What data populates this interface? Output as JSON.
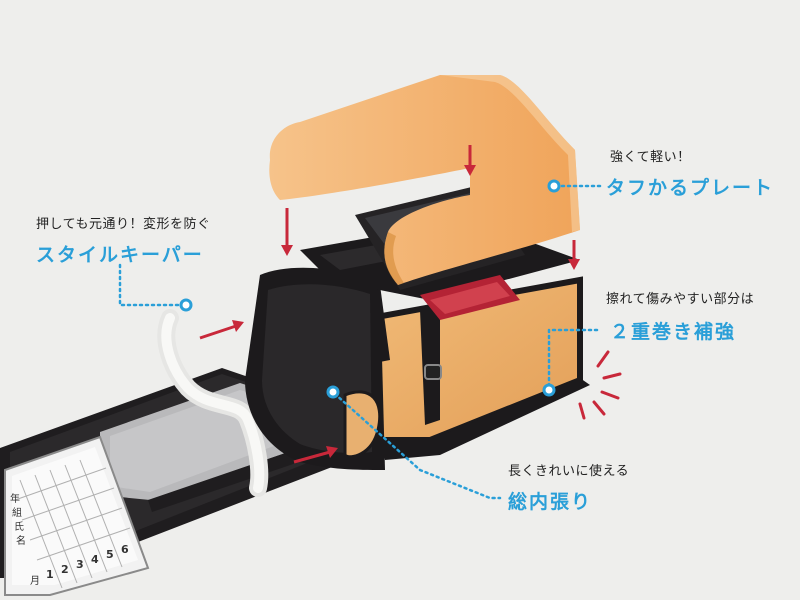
{
  "colors": {
    "background": "#eeeeec",
    "accent": "#2a9fd8",
    "arrow": "#c8283a",
    "plate": "#f0a95a",
    "leather": "#1e1c1e",
    "red_trim": "#b42335",
    "tan_lining": "#e8b070"
  },
  "callouts": {
    "plate": {
      "sub": "強くて軽い！",
      "main": "タフかるプレート"
    },
    "keeper": {
      "sub": "押しても元通り！変形を防ぐ",
      "main": "スタイルキーパー"
    },
    "corner": {
      "sub": "擦れて傷みやすい部分は",
      "main": "２重巻き補強"
    },
    "lining": {
      "sub": "長くきれいに使える",
      "main": "総内張り"
    }
  },
  "name_card": {
    "labels": [
      "年",
      "組",
      "氏",
      "名"
    ],
    "digits": [
      "1",
      "2",
      "3",
      "4",
      "5",
      "6"
    ],
    "column_prefix": "月"
  },
  "icons": [
    "callout-dot-icon",
    "down-arrow-icon",
    "right-arrow-icon",
    "impact-lines-icon"
  ]
}
